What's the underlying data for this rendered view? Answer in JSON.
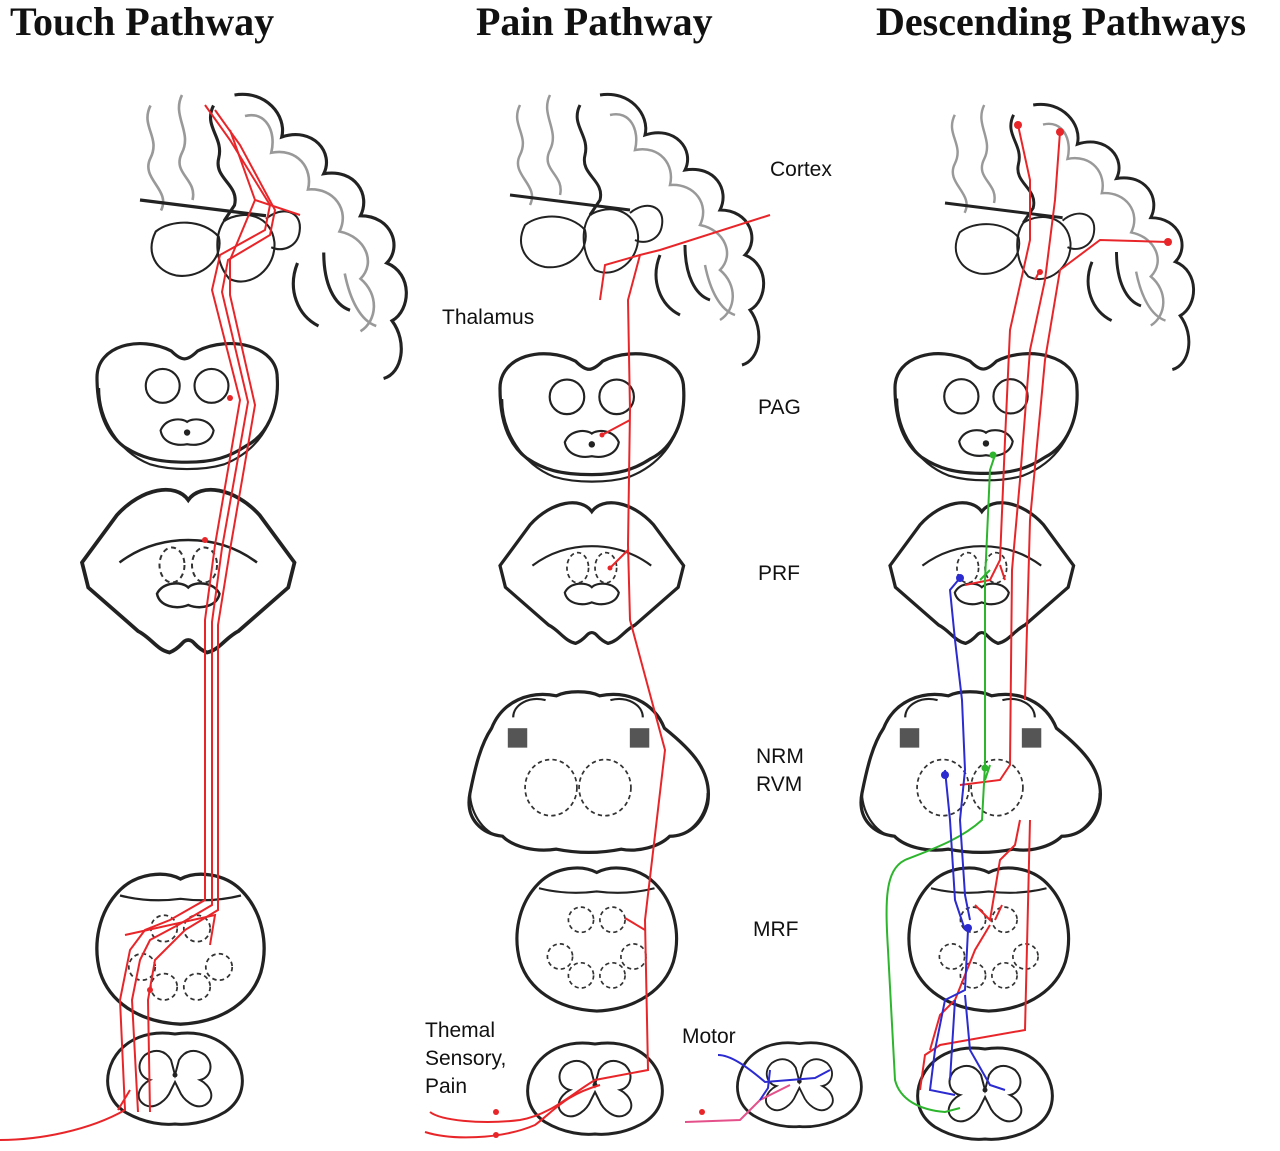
{
  "titles": {
    "touch": "Touch Pathway",
    "pain": "Pain Pathway",
    "descending": "Descending Pathways"
  },
  "labels": {
    "cortex": "Cortex",
    "thalamus": "Thalamus",
    "pag": "PAG",
    "prf": "PRF",
    "nrm": "NRM",
    "rvm": "RVM",
    "mrf": "MRF",
    "thermal_1": "Themal",
    "thermal_2": "Sensory,",
    "thermal_3": "Pain",
    "motor": "Motor"
  },
  "colors": {
    "ascending": "#e8262a",
    "descending_blue": "#2b2bd0",
    "descending_green": "#2db52d",
    "motor_afferent": "#e4508a"
  }
}
